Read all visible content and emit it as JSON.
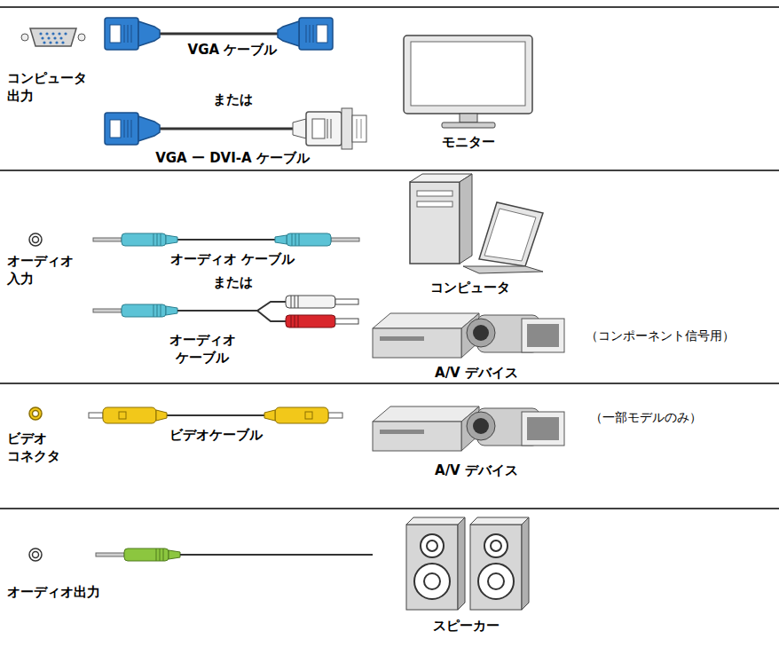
{
  "diagram": {
    "labels": [
      "コンピュータ 出力",
      "VGA ケーブル",
      "または",
      "VGA ー DVI-A ケーブル",
      "モニター",
      "オーディオ 入力",
      "オーディオ ケーブル",
      "または",
      "オーディオ ケーブル",
      "コンピュータ",
      "A/V デバイス",
      "（コンポーネント信号用）",
      "ビデオ コネクタ",
      "ビデオケーブル",
      "A/V デバイス",
      "（一部モデルのみ）",
      "オーディオ出力",
      "スピーカー"
    ]
  }
}
